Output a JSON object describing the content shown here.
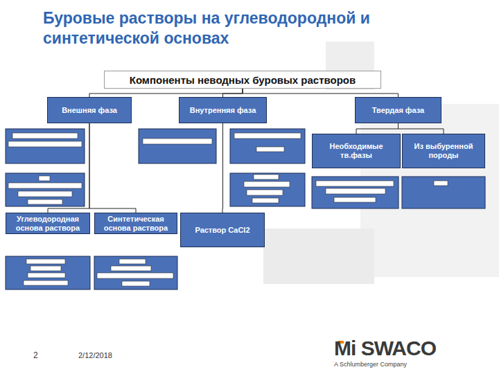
{
  "diagram": {
    "title": "Буровые растворы на углеводородной и синтетической основах",
    "nodes": [
      {
        "text": [
          "Компоненты неводных буровых растворов"
        ]
      },
      {
        "text": [
          "Внешняя фаза"
        ]
      },
      {
        "text": [
          "Внутренняя фаза"
        ]
      },
      {
        "text": [
          "Твердая фаза"
        ]
      },
      {
        "text": [
          "Необходимые тв.фазы"
        ]
      },
      {
        "text": [
          "Из выбуренной породы"
        ]
      },
      {
        "text": [
          "Углеводородная основа раствора"
        ]
      },
      {
        "text": [
          "Синтетическая основа раствора"
        ]
      },
      {
        "text": [
          "Раствор CaCl2"
        ]
      }
    ],
    "edges": [
      {
        "from": 0,
        "to": 1,
        "arrow": "none"
      },
      {
        "from": 0,
        "to": 2,
        "arrow": "none"
      },
      {
        "from": 0,
        "to": 3,
        "arrow": "none"
      },
      {
        "from": 3,
        "to": 4,
        "arrow": "none"
      },
      {
        "from": 3,
        "to": 5,
        "arrow": "none"
      },
      {
        "from": 1,
        "to": 6,
        "arrow": "none"
      },
      {
        "from": 1,
        "to": 7,
        "arrow": "none"
      },
      {
        "from": 2,
        "to": 8,
        "arrow": "none"
      }
    ],
    "labels": [
      "2",
      "2/12/2018",
      "Mi SWACO",
      "A Schlumberger Company"
    ]
  }
}
